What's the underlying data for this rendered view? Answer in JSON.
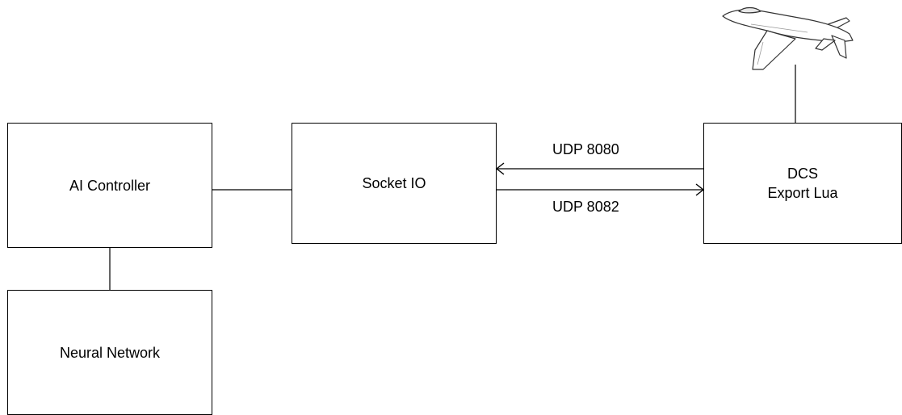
{
  "nodes": {
    "ai_controller": {
      "label": "AI Controller"
    },
    "neural_network": {
      "label": "Neural Network"
    },
    "socket_io": {
      "label": "Socket IO"
    },
    "dcs_export_lua": {
      "line1": "DCS",
      "line2": "Export Lua"
    }
  },
  "edges": {
    "udp_in": {
      "label": "UDP 8080"
    },
    "udp_out": {
      "label": "UDP 8082"
    }
  },
  "icons": {
    "aircraft": "jet-aircraft-icon"
  },
  "colors": {
    "stroke": "#000000",
    "background": "#ffffff"
  }
}
